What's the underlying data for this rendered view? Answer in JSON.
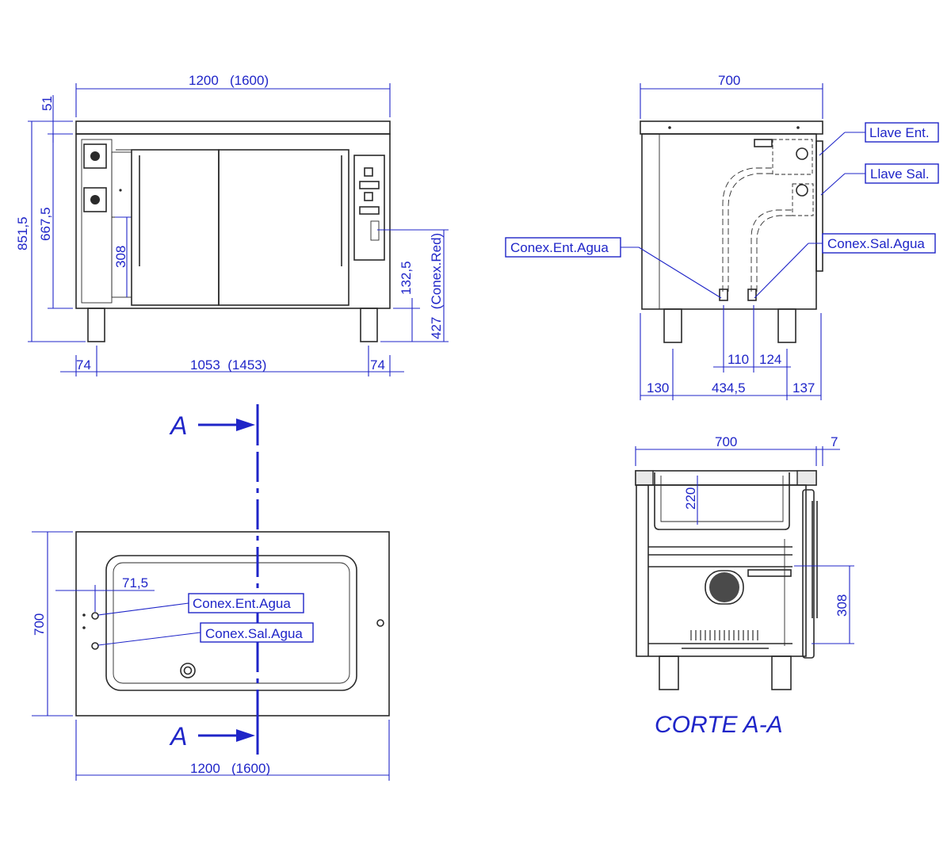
{
  "front_view": {
    "width_top": "1200   (1600)",
    "top_thickness": "51",
    "total_height": "851,5",
    "body_height": "667,5",
    "door_dim": "308",
    "leg_left": "74",
    "leg_span": "1053  (1453)",
    "leg_right": "74",
    "conex_height": "132,5",
    "conex_label": "427  (Conex.Red)"
  },
  "side_view": {
    "width": "700",
    "llave_ent": "Llave Ent.",
    "llave_sal": "Llave Sal.",
    "conex_ent": "Conex.Ent.Agua",
    "conex_sal": "Conex.Sal.Agua",
    "dim_110": "110",
    "dim_124": "124",
    "dim_130": "130",
    "dim_434": "434,5",
    "dim_137": "137"
  },
  "plan_view": {
    "section_letter_top": "A",
    "section_letter_bottom": "A",
    "depth": "700",
    "offset": "71,5",
    "conex_ent": "Conex.Ent.Agua",
    "conex_sal": "Conex.Sal.Agua",
    "width_bottom": "1200   (1600)"
  },
  "section_view": {
    "width": "700",
    "overhang": "7",
    "basin_depth": "220",
    "compartment_height": "308",
    "title": "CORTE A-A"
  },
  "colors": {
    "dimension": "#1f25c8",
    "outline": "#2a2a2a"
  }
}
